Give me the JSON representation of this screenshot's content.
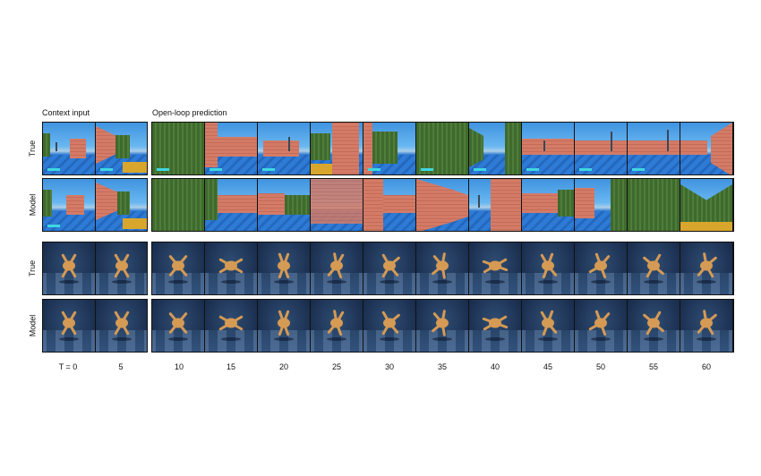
{
  "headers": {
    "context": "Context input",
    "prediction": "Open-loop prediction"
  },
  "rows": [
    {
      "label": "True",
      "kind": "maze"
    },
    {
      "label": "Model",
      "kind": "maze"
    },
    {
      "label": "True",
      "kind": "walker"
    },
    {
      "label": "Model",
      "kind": "walker"
    }
  ],
  "time_axis": {
    "first_label": "T = 0",
    "ticks": [
      "5",
      "10",
      "15",
      "20",
      "25",
      "30",
      "35",
      "40",
      "45",
      "50",
      "55",
      "60"
    ]
  }
}
